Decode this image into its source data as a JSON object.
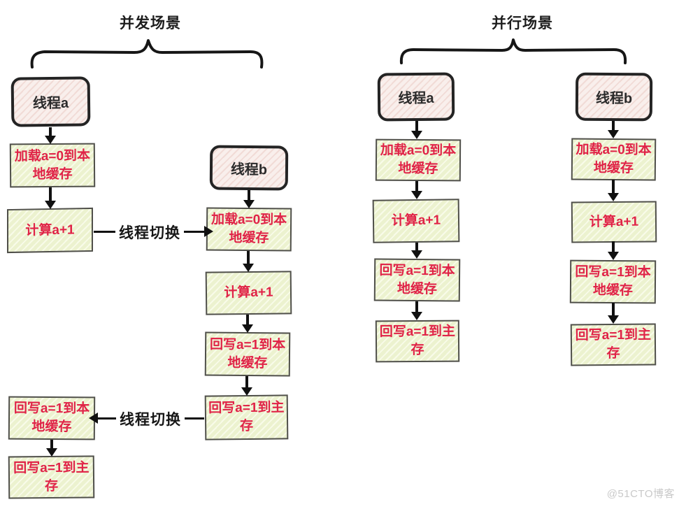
{
  "diagram": {
    "concurrent": {
      "title": "并发场景",
      "thread_a": {
        "label": "线程a",
        "steps": [
          "加载a=0到本地缓存",
          "计算a+1",
          "回写a=1到本地缓存",
          "回写a=1到主存"
        ]
      },
      "thread_b": {
        "label": "线程b",
        "steps": [
          "加载a=0到本地缓存",
          "计算a+1",
          "回写a=1到本地缓存",
          "回写a=1到主存"
        ]
      },
      "switch_to_b_label": "线程切换",
      "switch_to_a_label": "线程切换"
    },
    "parallel": {
      "title": "并行场景",
      "thread_a": {
        "label": "线程a",
        "steps": [
          "加载a=0到本地缓存",
          "计算a+1",
          "回写a=1到本地缓存",
          "回写a=1到主存"
        ]
      },
      "thread_b": {
        "label": "线程b",
        "steps": [
          "加载a=0到本地缓存",
          "计算a+1",
          "回写a=1到本地缓存",
          "回写a=1到主存"
        ]
      }
    }
  },
  "watermark": "@51CTO博客",
  "colors": {
    "step_text": "#e02347",
    "step_fill": "#ecf2cf",
    "thread_fill": "#f9efec",
    "ink": "#161616"
  }
}
